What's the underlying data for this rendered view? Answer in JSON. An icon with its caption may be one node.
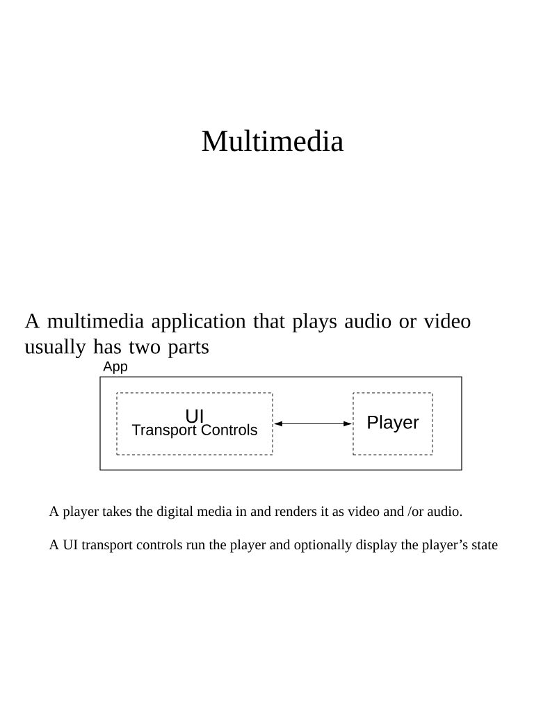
{
  "diagram": {
    "title": "Multimedia",
    "nodes": [
      {
        "text": [
          "App"
        ]
      },
      {
        "text": [
          "UI",
          "Transport Controls"
        ],
        "in": 0
      },
      {
        "text": [
          "Player"
        ],
        "in": 0
      }
    ],
    "edges": [
      {
        "from": 1,
        "to": 2,
        "arrow": "both"
      }
    ],
    "labels": [
      "A multimedia application that plays audio or video usually has two parts",
      "A player takes the digital media in and renders it as video and /or audio.",
      "A UI  transport controls  run the player and optionally display the player’s state"
    ]
  }
}
